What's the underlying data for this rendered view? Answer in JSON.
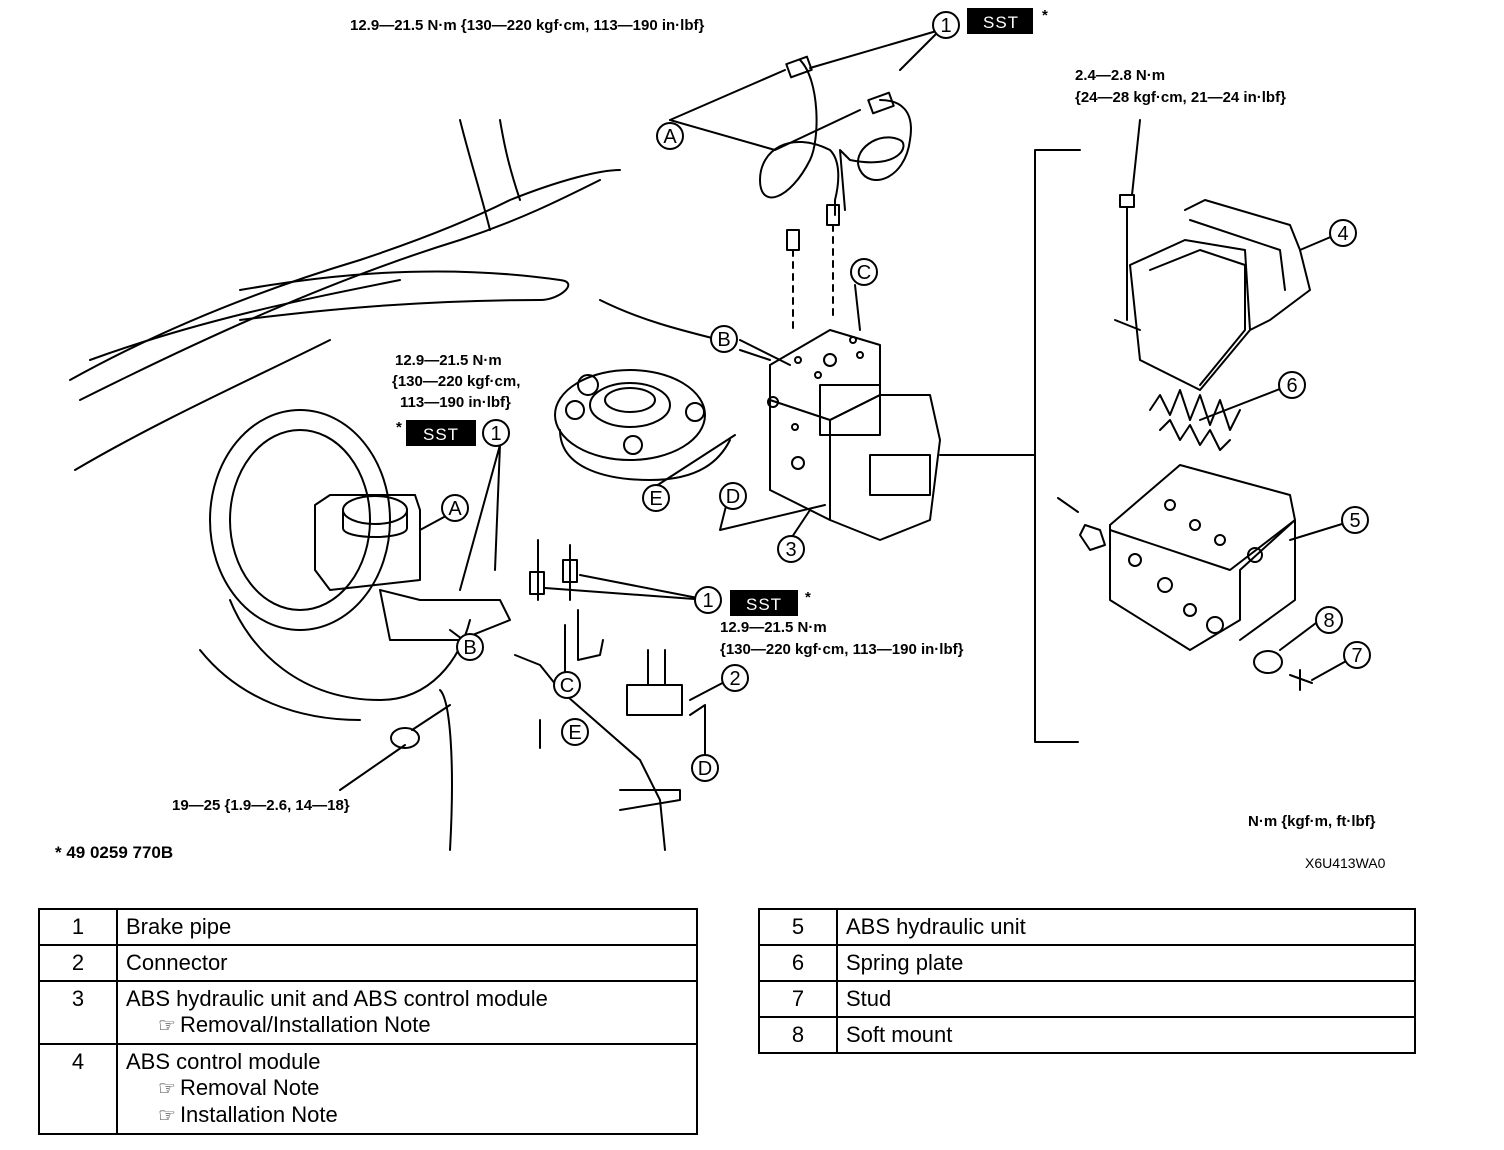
{
  "torques": {
    "t_top_left": "12.9—21.5 N·m {130—220 kgf·cm, 113—190 in·lbf}",
    "t_mid_left_1": "12.9—21.5 N·m",
    "t_mid_left_2": "{130—220 kgf·cm,",
    "t_mid_left_3": "113—190 in·lbf}",
    "t_mid_right_1": "12.9—21.5 N·m",
    "t_mid_right_2": "{130—220 kgf·cm, 113—190 in·lbf}",
    "t_module_1": "2.4—2.8 N·m",
    "t_module_2": "{24—28 kgf·cm, 21—24 in·lbf}",
    "t_bottom": "19—25 {1.9—2.6, 14—18}"
  },
  "sst_label": "SST",
  "asterisk": "*",
  "sst_note": "* 49 0259 770B",
  "units_note": "N·m {kgf·m, ft·lbf}",
  "figure_code": "X6U413WA0",
  "callouts": {
    "n1": "1",
    "n2": "2",
    "n3": "3",
    "n4": "4",
    "n5": "5",
    "n6": "6",
    "n7": "7",
    "n8": "8",
    "A": "A",
    "B": "B",
    "C": "C",
    "D": "D",
    "E": "E"
  },
  "parts_left": [
    {
      "num": "1",
      "name": "Brake pipe",
      "notes": []
    },
    {
      "num": "2",
      "name": "Connector",
      "notes": []
    },
    {
      "num": "3",
      "name": "ABS hydraulic unit and ABS control module",
      "notes": [
        "Removal/Installation Note"
      ]
    },
    {
      "num": "4",
      "name": "ABS control module",
      "notes": [
        "Removal Note",
        "Installation Note"
      ]
    }
  ],
  "parts_right": [
    {
      "num": "5",
      "name": "ABS hydraulic unit"
    },
    {
      "num": "6",
      "name": "Spring plate"
    },
    {
      "num": "7",
      "name": "Stud"
    },
    {
      "num": "8",
      "name": "Soft mount"
    }
  ]
}
